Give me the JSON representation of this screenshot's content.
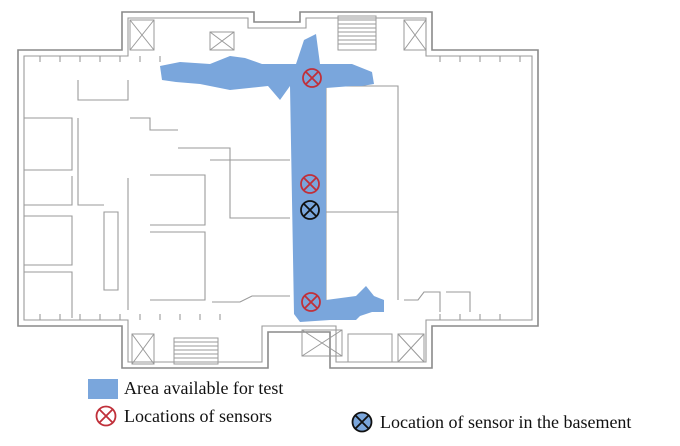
{
  "colors": {
    "test_area": "#7aa6dc",
    "sensor": "#c0303a",
    "basement_sensor": "#111111",
    "walls": "#8a8a8a"
  },
  "legend": {
    "area_label": "Area available for test",
    "sensors_label": "Locations of sensors",
    "basement_label": "Location of sensor in the basement"
  },
  "icons": {
    "sensor": "circled-x-icon",
    "basement_sensor": "circled-x-icon"
  }
}
